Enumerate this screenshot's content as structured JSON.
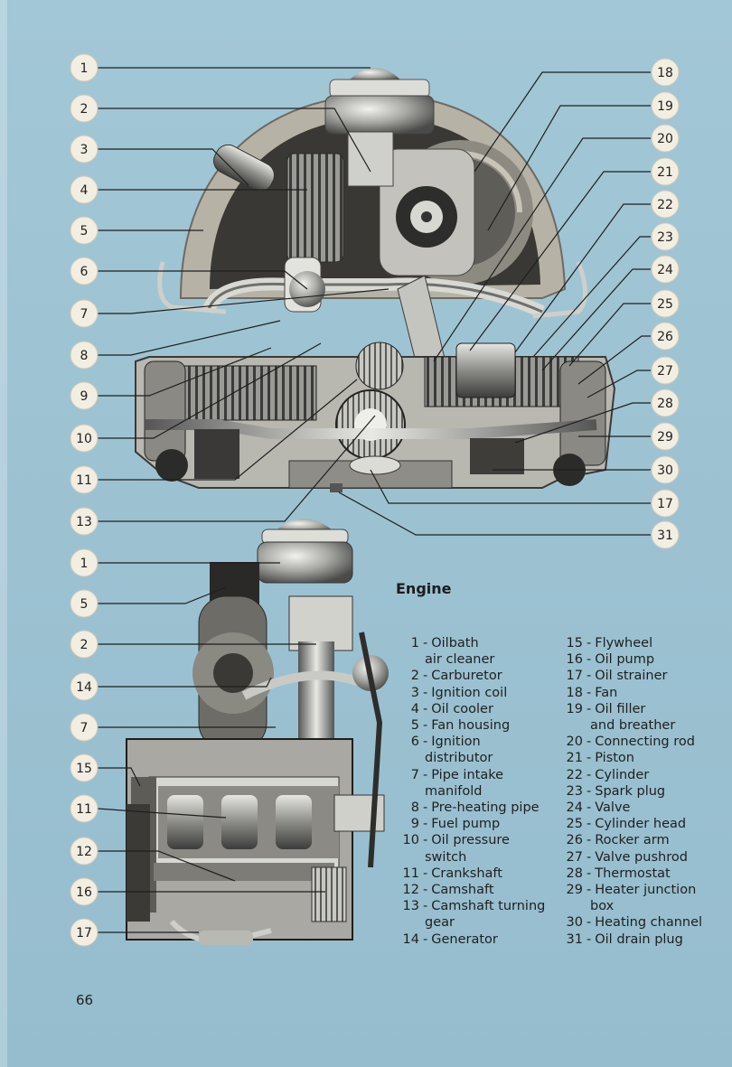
{
  "legend_title": "Engine",
  "page_number": "66",
  "top_callouts": [
    "1",
    "2",
    "3",
    "4",
    "5",
    "6",
    "7",
    "8",
    "9",
    "10",
    "11",
    "13",
    "18",
    "19",
    "20",
    "21",
    "22",
    "23",
    "24",
    "25",
    "26",
    "27",
    "28",
    "29",
    "30",
    "17",
    "31"
  ],
  "bottom_callouts": [
    "1",
    "5",
    "2",
    "14",
    "7",
    "15",
    "11",
    "12",
    "16",
    "17"
  ],
  "legend_left": [
    {
      "num": "1",
      "text": "Oilbath",
      "cont": "air cleaner"
    },
    {
      "num": "2",
      "text": "Carburetor"
    },
    {
      "num": "3",
      "text": "Ignition coil"
    },
    {
      "num": "4",
      "text": "Oil cooler"
    },
    {
      "num": "5",
      "text": "Fan housing"
    },
    {
      "num": "6",
      "text": "Ignition",
      "cont": "distributor"
    },
    {
      "num": "7",
      "text": "Pipe intake",
      "cont": "manifold"
    },
    {
      "num": "8",
      "text": "Pre-heating pipe"
    },
    {
      "num": "9",
      "text": "Fuel pump"
    },
    {
      "num": "10",
      "text": "Oil pressure",
      "cont": "switch"
    },
    {
      "num": "11",
      "text": "Crankshaft"
    },
    {
      "num": "12",
      "text": "Camshaft"
    },
    {
      "num": "13",
      "text": "Camshaft turning",
      "cont": "gear"
    },
    {
      "num": "14",
      "text": "Generator"
    }
  ],
  "legend_right": [
    {
      "num": "15",
      "text": "Flywheel"
    },
    {
      "num": "16",
      "text": "Oil pump"
    },
    {
      "num": "17",
      "text": "Oil strainer"
    },
    {
      "num": "18",
      "text": "Fan"
    },
    {
      "num": "19",
      "text": "Oil filler",
      "cont": "and breather"
    },
    {
      "num": "20",
      "text": "Connecting rod"
    },
    {
      "num": "21",
      "text": "Piston"
    },
    {
      "num": "22",
      "text": "Cylinder"
    },
    {
      "num": "23",
      "text": "Spark plug"
    },
    {
      "num": "24",
      "text": "Valve"
    },
    {
      "num": "25",
      "text": "Cylinder head"
    },
    {
      "num": "26",
      "text": "Rocker arm"
    },
    {
      "num": "27",
      "text": "Valve pushrod"
    },
    {
      "num": "28",
      "text": "Thermostat"
    },
    {
      "num": "29",
      "text": "Heater junction",
      "cont": "box"
    },
    {
      "num": "30",
      "text": "Heating channel"
    },
    {
      "num": "31",
      "text": "Oil drain plug"
    }
  ]
}
